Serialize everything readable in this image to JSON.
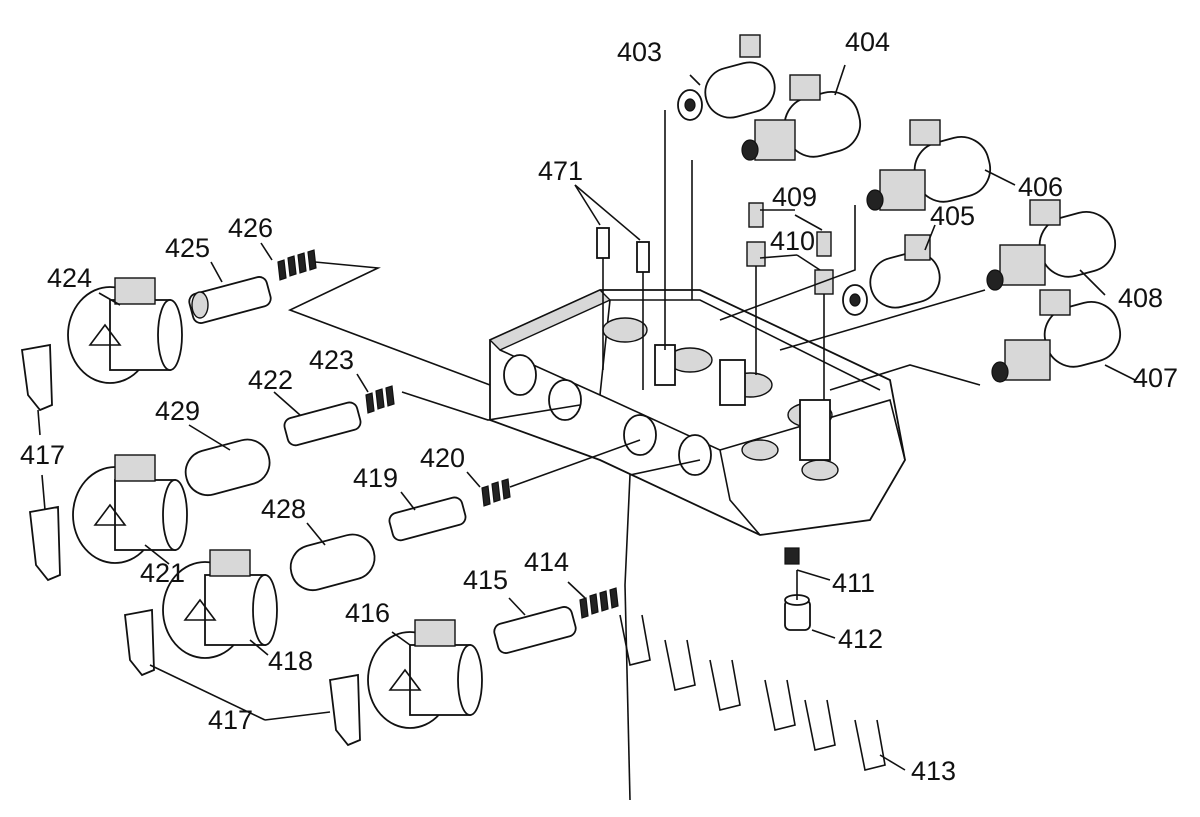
{
  "diagram": {
    "labels": [
      {
        "id": "403",
        "text": "403"
      },
      {
        "id": "404",
        "text": "404"
      },
      {
        "id": "471",
        "text": "471"
      },
      {
        "id": "409",
        "text": "409"
      },
      {
        "id": "410",
        "text": "410"
      },
      {
        "id": "406",
        "text": "406"
      },
      {
        "id": "405",
        "text": "405"
      },
      {
        "id": "408",
        "text": "408"
      },
      {
        "id": "407",
        "text": "407"
      },
      {
        "id": "426",
        "text": "426"
      },
      {
        "id": "425",
        "text": "425"
      },
      {
        "id": "424",
        "text": "424"
      },
      {
        "id": "423",
        "text": "423"
      },
      {
        "id": "422",
        "text": "422"
      },
      {
        "id": "429",
        "text": "429"
      },
      {
        "id": "417a",
        "text": "417"
      },
      {
        "id": "420",
        "text": "420"
      },
      {
        "id": "419",
        "text": "419"
      },
      {
        "id": "428",
        "text": "428"
      },
      {
        "id": "421",
        "text": "421"
      },
      {
        "id": "411",
        "text": "411"
      },
      {
        "id": "412",
        "text": "412"
      },
      {
        "id": "414",
        "text": "414"
      },
      {
        "id": "415",
        "text": "415"
      },
      {
        "id": "416",
        "text": "416"
      },
      {
        "id": "418",
        "text": "418"
      },
      {
        "id": "417b",
        "text": "417"
      },
      {
        "id": "413",
        "text": "413"
      }
    ]
  }
}
